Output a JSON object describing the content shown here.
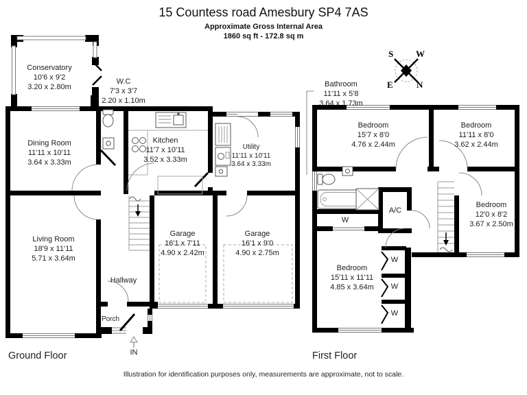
{
  "header": {
    "title": "15 Countess road Amesbury SP4 7AS",
    "area_label": "Approximate Gross Internal Area",
    "area_value": "1860 sq ft - 172.8 sq m"
  },
  "floors": {
    "ground_label": "Ground Floor",
    "first_label": "First Floor"
  },
  "compass": {
    "north": "N",
    "south": "S",
    "east": "E",
    "west": "W"
  },
  "entrance": {
    "label": "IN"
  },
  "footer": {
    "disclaimer": "Illustration for identification purposes only, measurements are approximate, not to scale."
  },
  "rooms": {
    "ground": {
      "conservatory": {
        "name": "Conservatory",
        "imperial": "10'6 x 9'2",
        "metric": "3.20 x 2.80m"
      },
      "wc": {
        "name": "W.C",
        "imperial": "7'3 x 3'7",
        "metric": "2.20 x 1.10m"
      },
      "dining_room": {
        "name": "Dining Room",
        "imperial": "11'11 x 10'11",
        "metric": "3.64 x 3.33m"
      },
      "kitchen": {
        "name": "Kitchen",
        "imperial": "11'7 x 10'11",
        "metric": "3.52 x 3.33m"
      },
      "utility": {
        "name": "Utility",
        "imperial": "11'11 x 10'11",
        "metric": "3.64 x 3.33m"
      },
      "living_room": {
        "name": "Living Room",
        "imperial": "18'9 x 11'11",
        "metric": "5.71 x 3.64m"
      },
      "hallway": {
        "name": "Hallway"
      },
      "garage_left": {
        "name": "Garage",
        "imperial": "16'1 x 7'11",
        "metric": "4.90 x 2.42m"
      },
      "garage_right": {
        "name": "Garage",
        "imperial": "16'1 x 9'0",
        "metric": "4.90 x 2.75m"
      },
      "porch": {
        "name": "Porch"
      }
    },
    "first": {
      "bathroom": {
        "name": "Bathroom",
        "imperial": "11'11 x 5'8",
        "metric": "3.64 x 1.73m"
      },
      "bedroom_front_left": {
        "name": "Bedroom",
        "imperial": "15'7 x 8'0",
        "metric": "4.76 x 2.44m"
      },
      "bedroom_front_right": {
        "name": "Bedroom",
        "imperial": "11'11 x 8'0",
        "metric": "3.62 x 2.44m"
      },
      "bedroom_right": {
        "name": "Bedroom",
        "imperial": "12'0 x 8'2",
        "metric": "3.67 x 2.50m"
      },
      "bedroom_rear": {
        "name": "Bedroom",
        "imperial": "15'11 x 11'11",
        "metric": "4.85 x 3.64m"
      },
      "ac": {
        "name": "A/C"
      },
      "wardrobe": {
        "name": "W"
      }
    }
  }
}
